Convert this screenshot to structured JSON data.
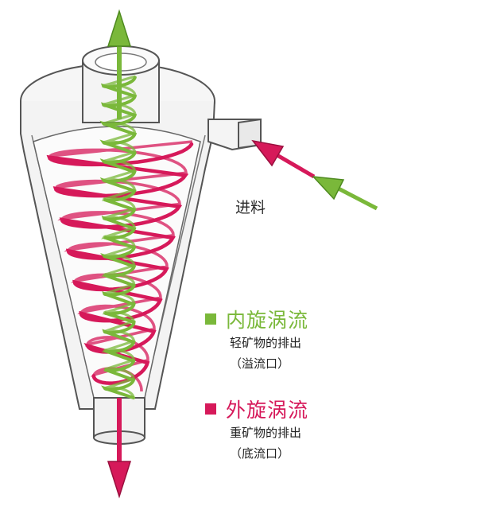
{
  "feed": {
    "label": "进料"
  },
  "legend": {
    "inner": {
      "title": "内旋涡流",
      "line1": "轻矿物的排出",
      "line2": "（溢流口）",
      "color": "#7ab83a"
    },
    "outer": {
      "title": "外旋涡流",
      "line1": "重矿物的排出",
      "line2": "（底流口）",
      "color": "#d6195a"
    }
  },
  "colors": {
    "outline": "#555555",
    "body_fill": "#f4f4f4",
    "green_arrow": "#7ab83a",
    "red_arrow": "#d6195a"
  }
}
